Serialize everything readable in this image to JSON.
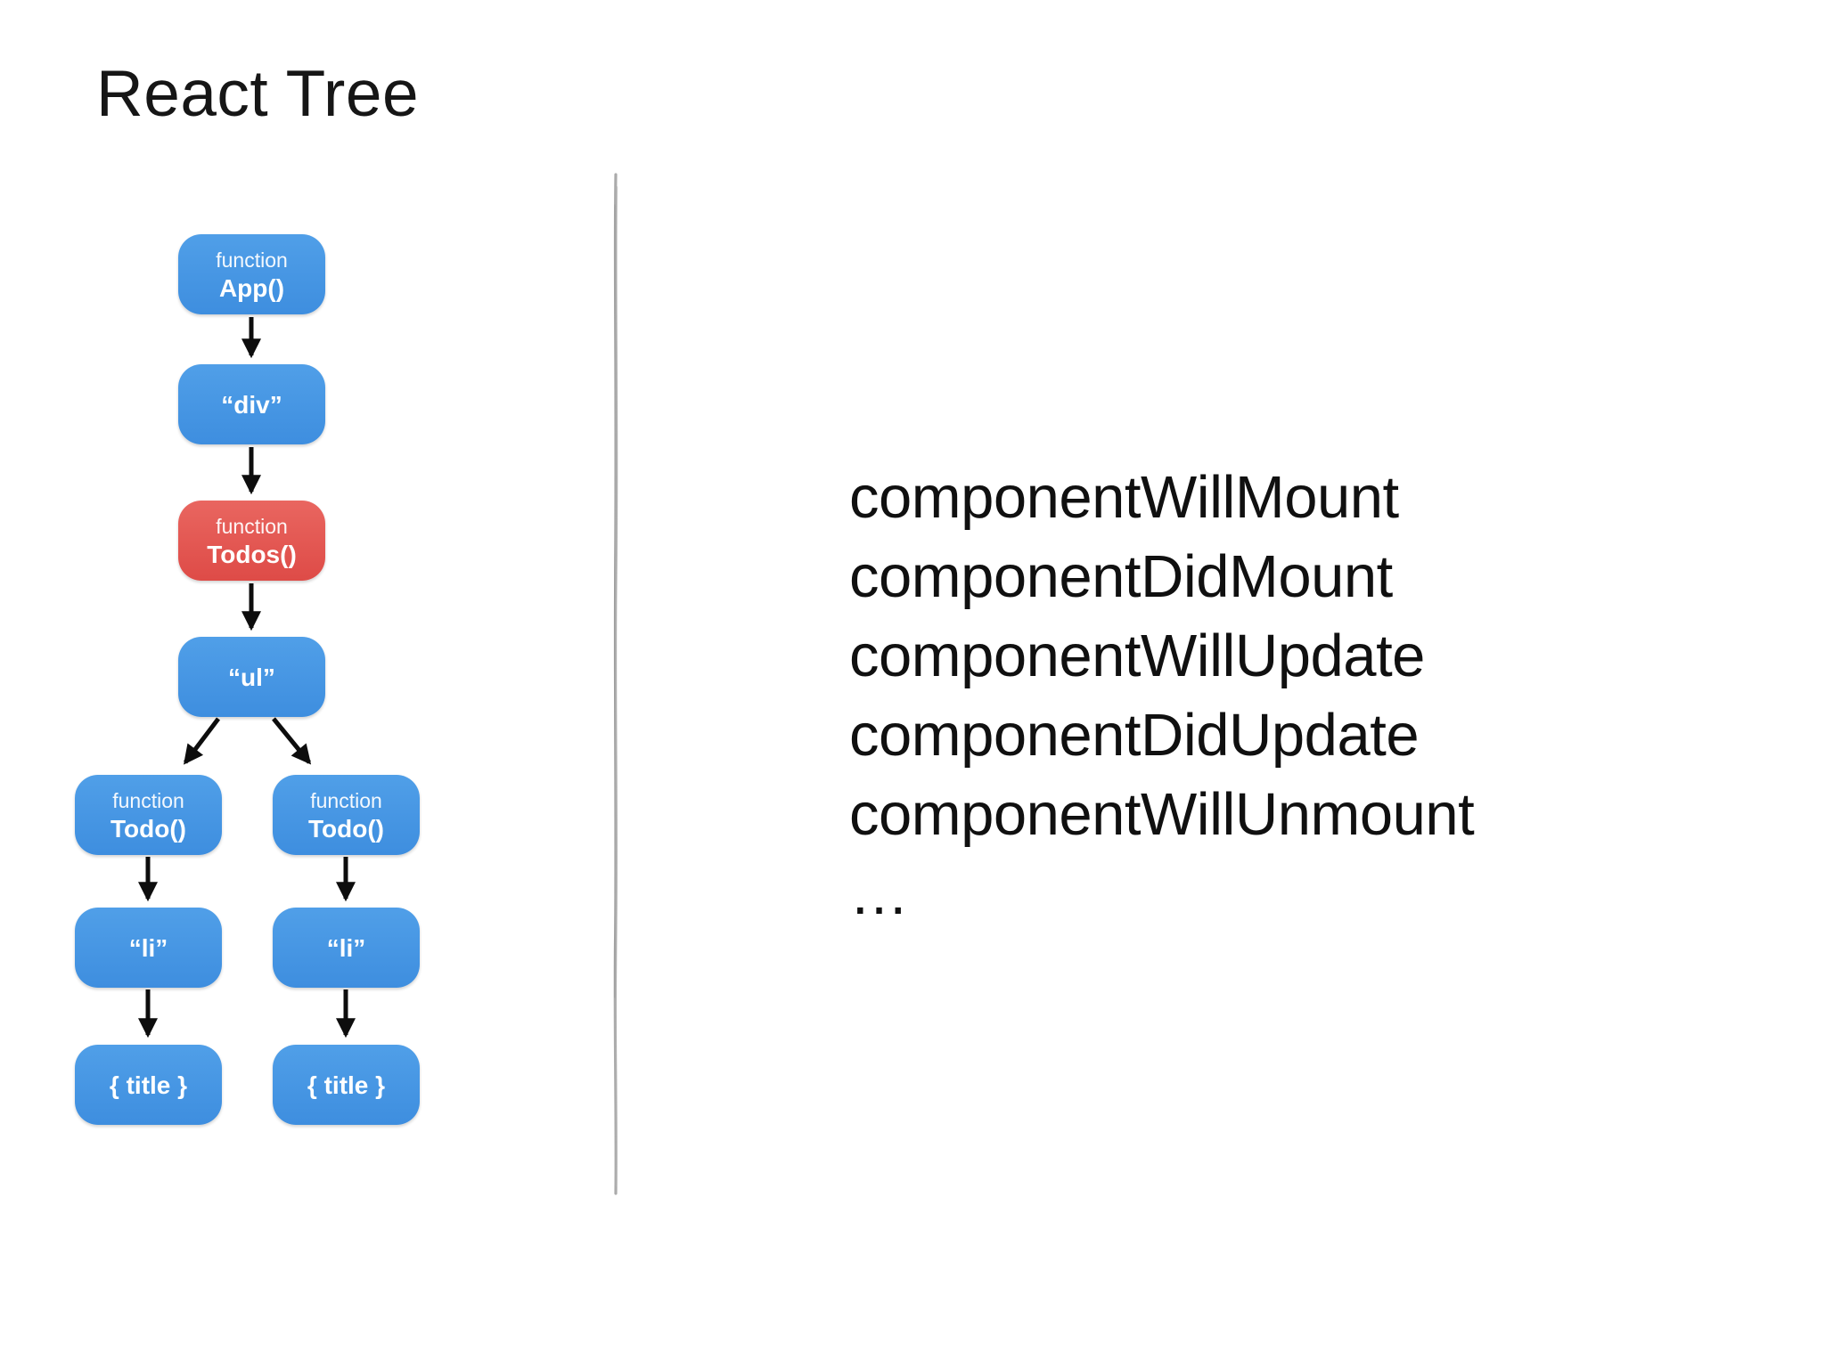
{
  "slide": {
    "title": "React Tree"
  },
  "tree": {
    "nodes": [
      {
        "id": "app",
        "label": "function",
        "name": "App()",
        "color": "blue"
      },
      {
        "id": "div",
        "name": "“div”",
        "color": "blue"
      },
      {
        "id": "todos",
        "label": "function",
        "name": "Todos()",
        "color": "red"
      },
      {
        "id": "ul",
        "name": "“ul”",
        "color": "blue"
      },
      {
        "id": "todo-left",
        "label": "function",
        "name": "Todo()",
        "color": "blue"
      },
      {
        "id": "todo-right",
        "label": "function",
        "name": "Todo()",
        "color": "blue"
      },
      {
        "id": "li-left",
        "name": "“li”",
        "color": "blue"
      },
      {
        "id": "li-right",
        "name": "“li”",
        "color": "blue"
      },
      {
        "id": "title-left",
        "name": "{ title }",
        "color": "blue"
      },
      {
        "id": "title-right",
        "name": "{ title }",
        "color": "blue"
      }
    ],
    "colors": {
      "node_blue": "#4596E3",
      "node_red": "#E25550",
      "node_text": "#FFFFFF",
      "arrow": "#0D0D0D"
    }
  },
  "divider": {
    "color": "#9C9C9C"
  },
  "lifecycle": {
    "items": [
      "componentWillMount",
      "componentDidMount",
      "componentWillUpdate",
      "componentDidUpdate",
      "componentWillUnmount",
      "…"
    ]
  }
}
